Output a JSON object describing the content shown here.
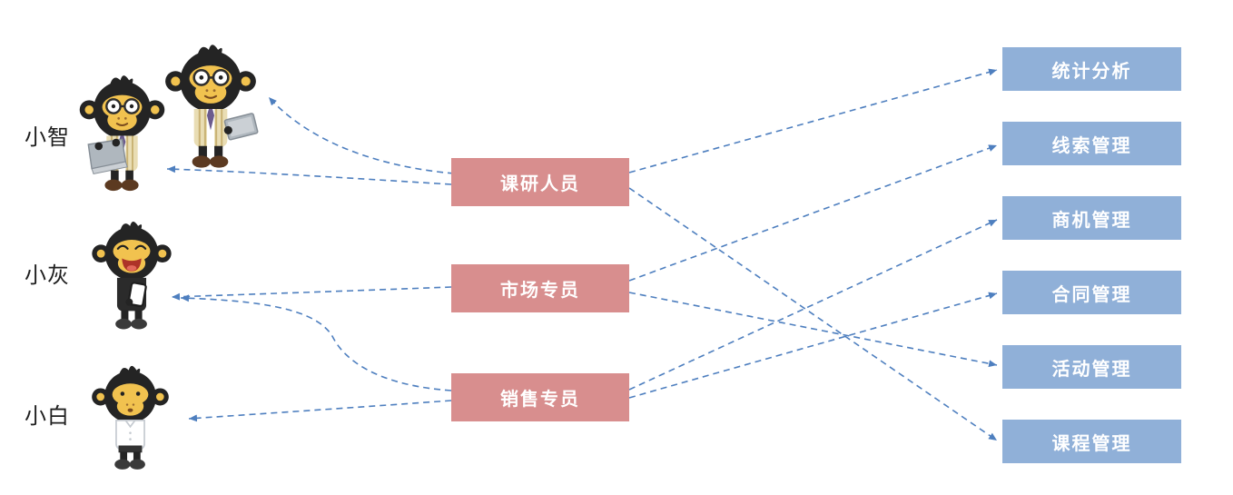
{
  "people": [
    {
      "id": "xiaozhi",
      "label": "小智"
    },
    {
      "id": "xiaohui",
      "label": "小灰"
    },
    {
      "id": "xiaobai",
      "label": "小白"
    }
  ],
  "roles": [
    {
      "id": "course-research",
      "label": "课研人员"
    },
    {
      "id": "marketing",
      "label": "市场专员"
    },
    {
      "id": "sales",
      "label": "销售专员"
    }
  ],
  "modules": [
    {
      "id": "stats",
      "label": "统计分析"
    },
    {
      "id": "leads",
      "label": "线索管理"
    },
    {
      "id": "opportunity",
      "label": "商机管理"
    },
    {
      "id": "contract",
      "label": "合同管理"
    },
    {
      "id": "activity",
      "label": "活动管理"
    },
    {
      "id": "course",
      "label": "课程管理"
    }
  ],
  "connections": {
    "role_to_person": [
      {
        "from": "课研人员",
        "to": "小智",
        "arrows": 2
      },
      {
        "from": "市场专员",
        "to": "小灰",
        "arrows": 1
      },
      {
        "from": "销售专员",
        "to": "小灰",
        "arrows": 1
      },
      {
        "from": "销售专员",
        "to": "小白",
        "arrows": 1
      }
    ],
    "role_to_module": [
      {
        "from": "课研人员",
        "to": "统计分析"
      },
      {
        "from": "课研人员",
        "to": "课程管理"
      },
      {
        "from": "市场专员",
        "to": "线索管理"
      },
      {
        "from": "市场专员",
        "to": "活动管理"
      },
      {
        "from": "销售专员",
        "to": "商机管理"
      },
      {
        "from": "销售专员",
        "to": "合同管理"
      }
    ]
  },
  "colors": {
    "role_box": "#D88E8E",
    "module_box": "#90B0D8",
    "arrow": "#4E7FBF",
    "box_text": "#FFFFFF",
    "label_text": "#1F1F1F",
    "background": "#FFFFFF"
  }
}
